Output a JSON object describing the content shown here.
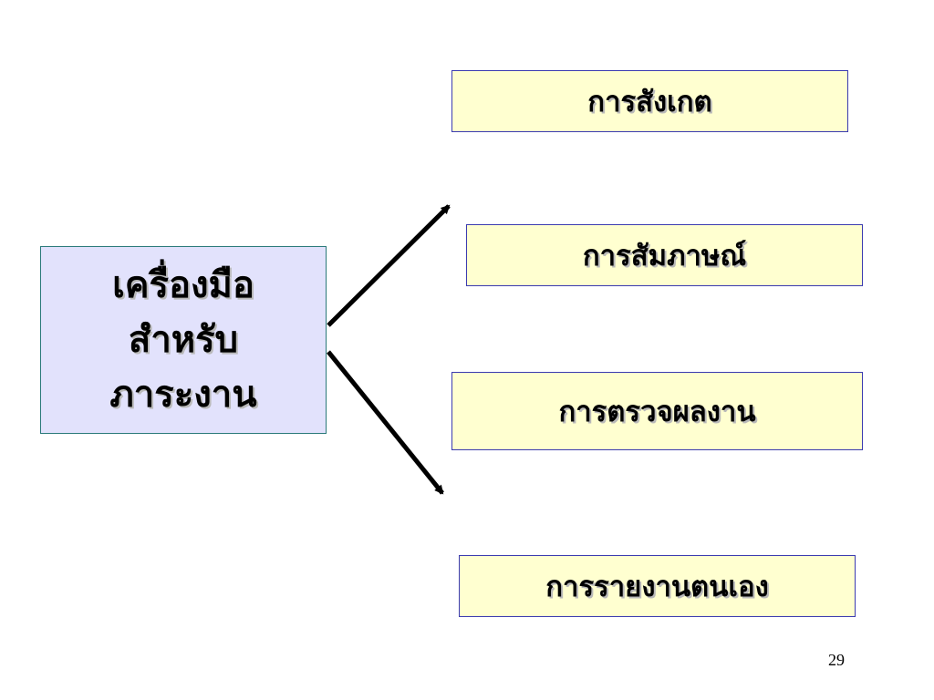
{
  "main_box": {
    "lines": [
      "เครื่องมือ",
      "สำหรับ",
      "ภาระงาน"
    ]
  },
  "items": [
    "การสังเกต",
    "การสัมภาษณ์",
    "การตรวจผลงาน",
    "การรายงานตนเอง"
  ],
  "page_number": "29",
  "colors": {
    "main_fill": "#e2e2fc",
    "main_border": "#2b7a7a",
    "item_fill": "#ffffd0",
    "item_border": "#3b3bb0",
    "arrow": "#000000"
  }
}
